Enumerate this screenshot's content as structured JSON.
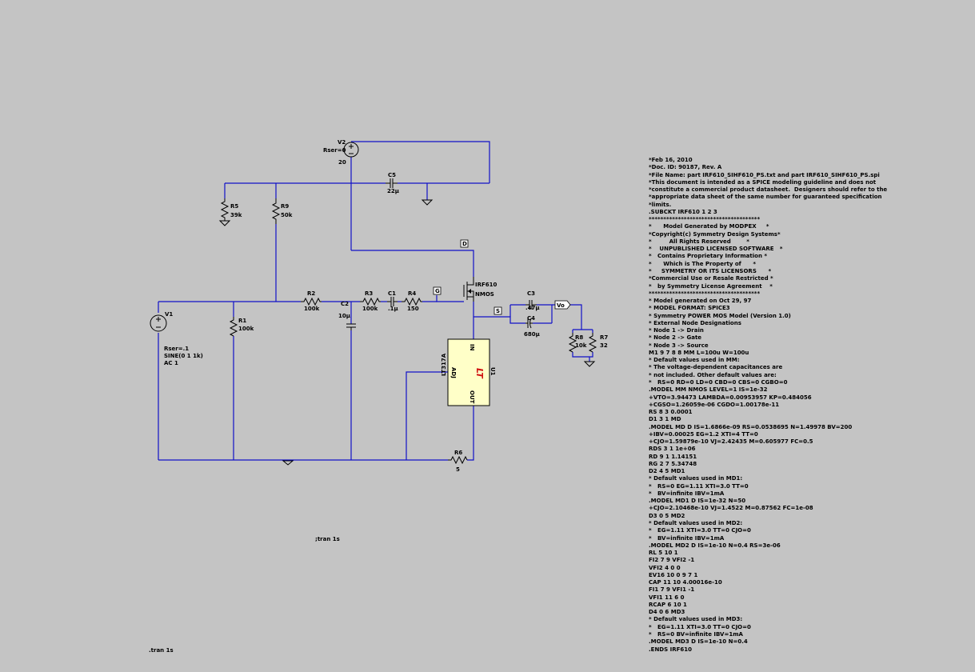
{
  "components": {
    "v2": {
      "name": "V2",
      "value": "20",
      "param": "Rser=0"
    },
    "v1": {
      "name": "V1",
      "params": [
        "Rser=.1",
        "SINE(0 1 1k)",
        "AC 1"
      ]
    },
    "c5": {
      "name": "C5",
      "value": "22µ"
    },
    "r5": {
      "name": "R5",
      "value": "39k"
    },
    "r9": {
      "name": "R9",
      "value": "50k"
    },
    "r1": {
      "name": "R1",
      "value": "100k"
    },
    "r2": {
      "name": "R2",
      "value": "100k"
    },
    "c2": {
      "name": "C2",
      "value": "10µ"
    },
    "r3": {
      "name": "R3",
      "value": "100k"
    },
    "c1": {
      "name": "C1",
      "value": ".1µ"
    },
    "r4": {
      "name": "R4",
      "value": "150"
    },
    "m1": {
      "name": "IRF610",
      "value": "NMOS"
    },
    "c3": {
      "name": "C3",
      "value": ".47µ"
    },
    "c4": {
      "name": "C4",
      "value": "680µ"
    },
    "r8": {
      "name": "R8",
      "value": "10k"
    },
    "r7": {
      "name": "R7",
      "value": "32"
    },
    "r6": {
      "name": "R6",
      "value": "5"
    },
    "u1": {
      "name": "U1",
      "part": "LT317A",
      "pins": {
        "in": "IN",
        "adj": "ADJ",
        "out": "OUT"
      },
      "logo": "LT"
    }
  },
  "net_labels": {
    "d": "D",
    "g": "G",
    "s": "S",
    "vo": "Vo"
  },
  "directives": [
    "tran 1s",
    ".tran 1s"
  ],
  "netlist": [
    "*Feb 16, 2010",
    "*Doc. ID: 90187, Rev. A",
    "*File Name: part IRF610_SIHF610_PS.txt and part IRF610_SIHF610_PS.spi",
    "*This document is intended as a SPICE modeling guideline and does not",
    "*constitute a commercial product datasheet.  Designers should refer to the",
    "*appropriate data sheet of the same number for guaranteed specification",
    "*limits.",
    ".SUBCKT IRF610 1 2 3",
    "**************************************",
    "*      Model Generated by MODPEX     *",
    "*Copyright(c) Symmetry Design Systems*",
    "*         All Rights Reserved        *",
    "*    UNPUBLISHED LICENSED SOFTWARE   *",
    "*   Contains Proprietary Information *",
    "*      Which is The Property of      *",
    "*     SYMMETRY OR ITS LICENSORS      *",
    "*Commercial Use or Resale Restricted *",
    "*   by Symmetry License Agreement    *",
    "**************************************",
    "* Model generated on Oct 29, 97",
    "* MODEL FORMAT: SPICE3",
    "* Symmetry POWER MOS Model (Version 1.0)",
    "* External Node Designations",
    "* Node 1 -> Drain",
    "* Node 2 -> Gate",
    "* Node 3 -> Source",
    "M1 9 7 8 8 MM L=100u W=100u",
    "* Default values used in MM:",
    "* The voltage-dependent capacitances are",
    "* not included. Other default values are:",
    "*   RS=0 RD=0 LD=0 CBD=0 CBS=0 CGBO=0",
    ".MODEL MM NMOS LEVEL=1 IS=1e-32",
    "+VTO=3.94473 LAMBDA=0.00953957 KP=0.484056",
    "+CGSO=1.26059e-06 CGDO=1.00178e-11",
    "RS 8 3 0.0001",
    "D1 3 1 MD",
    ".MODEL MD D IS=1.6866e-09 RS=0.0538695 N=1.49978 BV=200",
    "+IBV=0.00025 EG=1.2 XTI=4 TT=0",
    "+CJO=1.59879e-10 VJ=2.42435 M=0.605977 FC=0.5",
    "RDS 3 1 1e+06",
    "RD 9 1 1.14151",
    "RG 2 7 5.34748",
    "D2 4 5 MD1",
    "* Default values used in MD1:",
    "*   RS=0 EG=1.11 XTI=3.0 TT=0",
    "*   BV=infinite IBV=1mA",
    ".MODEL MD1 D IS=1e-32 N=50",
    "+CJO=2.10468e-10 VJ=1.4522 M=0.87562 FC=1e-08",
    "D3 0 5 MD2",
    "* Default values used in MD2:",
    "*   EG=1.11 XTI=3.0 TT=0 CJO=0",
    "*   BV=infinite IBV=1mA",
    ".MODEL MD2 D IS=1e-10 N=0.4 RS=3e-06",
    "RL 5 10 1",
    "FI2 7 9 VFI2 -1",
    "VFI2 4 0 0",
    "EV16 10 0 9 7 1",
    "CAP 11 10 4.00016e-10",
    "FI1 7 9 VFI1 -1",
    "VFI1 11 6 0",
    "RCAP 6 10 1",
    "D4 0 6 MD3",
    "* Default values used in MD3:",
    "*   EG=1.11 XTI=3.0 TT=0 CJO=0",
    "*   RS=0 BV=infinite IBV=1mA",
    ".MODEL MD3 D IS=1e-10 N=0.4",
    ".ENDS IRF610"
  ],
  "colors": {
    "background": "#c4c4c4",
    "wire": "#1010c8",
    "component": "#000000",
    "regulator_fill": "#ffffc8",
    "logo": "#d01010"
  }
}
